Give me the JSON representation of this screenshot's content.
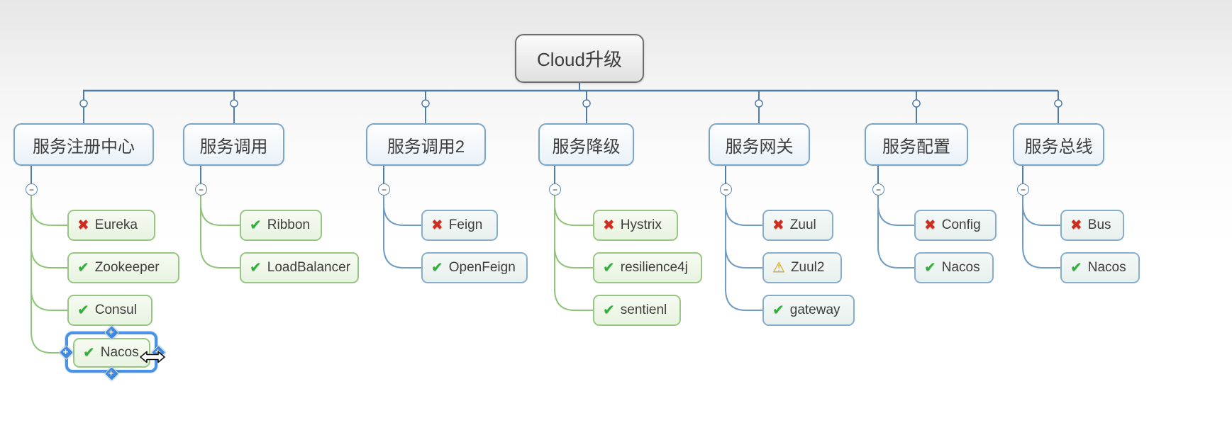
{
  "root": {
    "label": "Cloud升级"
  },
  "branches": [
    {
      "label": "服务注册中心",
      "connector_color": "green",
      "children": [
        {
          "label": "Eureka",
          "icon": "red-cross"
        },
        {
          "label": "Zookeeper",
          "icon": "green-check"
        },
        {
          "label": "Consul",
          "icon": "green-check"
        },
        {
          "label": "Nacos",
          "icon": "green-check",
          "selected": true
        }
      ]
    },
    {
      "label": "服务调用",
      "connector_color": "green",
      "children": [
        {
          "label": "Ribbon",
          "icon": "green-check"
        },
        {
          "label": "LoadBalancer",
          "icon": "green-check"
        }
      ]
    },
    {
      "label": "服务调用2",
      "connector_color": "blue",
      "children": [
        {
          "label": "Feign",
          "icon": "red-cross"
        },
        {
          "label": "OpenFeign",
          "icon": "green-check"
        }
      ]
    },
    {
      "label": "服务降级",
      "connector_color": "green",
      "children": [
        {
          "label": "Hystrix",
          "icon": "red-cross"
        },
        {
          "label": "resilience4j",
          "icon": "green-check"
        },
        {
          "label": "sentienl",
          "icon": "green-check"
        }
      ]
    },
    {
      "label": "服务网关",
      "connector_color": "blue",
      "children": [
        {
          "label": "Zuul",
          "icon": "red-cross"
        },
        {
          "label": "Zuul2",
          "icon": "warning"
        },
        {
          "label": "gateway",
          "icon": "green-check"
        }
      ]
    },
    {
      "label": "服务配置",
      "connector_color": "blue",
      "children": [
        {
          "label": "Config",
          "icon": "red-cross"
        },
        {
          "label": "Nacos",
          "icon": "green-check"
        }
      ]
    },
    {
      "label": "服务总线",
      "connector_color": "blue",
      "children": [
        {
          "label": "Bus",
          "icon": "red-cross"
        },
        {
          "label": "Nacos",
          "icon": "green-check"
        }
      ]
    }
  ],
  "icons": {
    "red-cross": "✖",
    "green-check": "✔",
    "warning": "⚠",
    "collapse-minus": "−",
    "handle-plus": "+"
  },
  "colors": {
    "connector-blue": "#4d7dac",
    "connector-green": "#8fc479",
    "selection-blue": "#4b92e5",
    "cross-red": "#cf2d1f",
    "check-green": "#2fae3a",
    "warning-amber": "#dfa70c"
  },
  "selection": {
    "selected_topic": "Nacos",
    "parent_branch": "服务注册中心",
    "cursor": "horizontal-resize"
  }
}
